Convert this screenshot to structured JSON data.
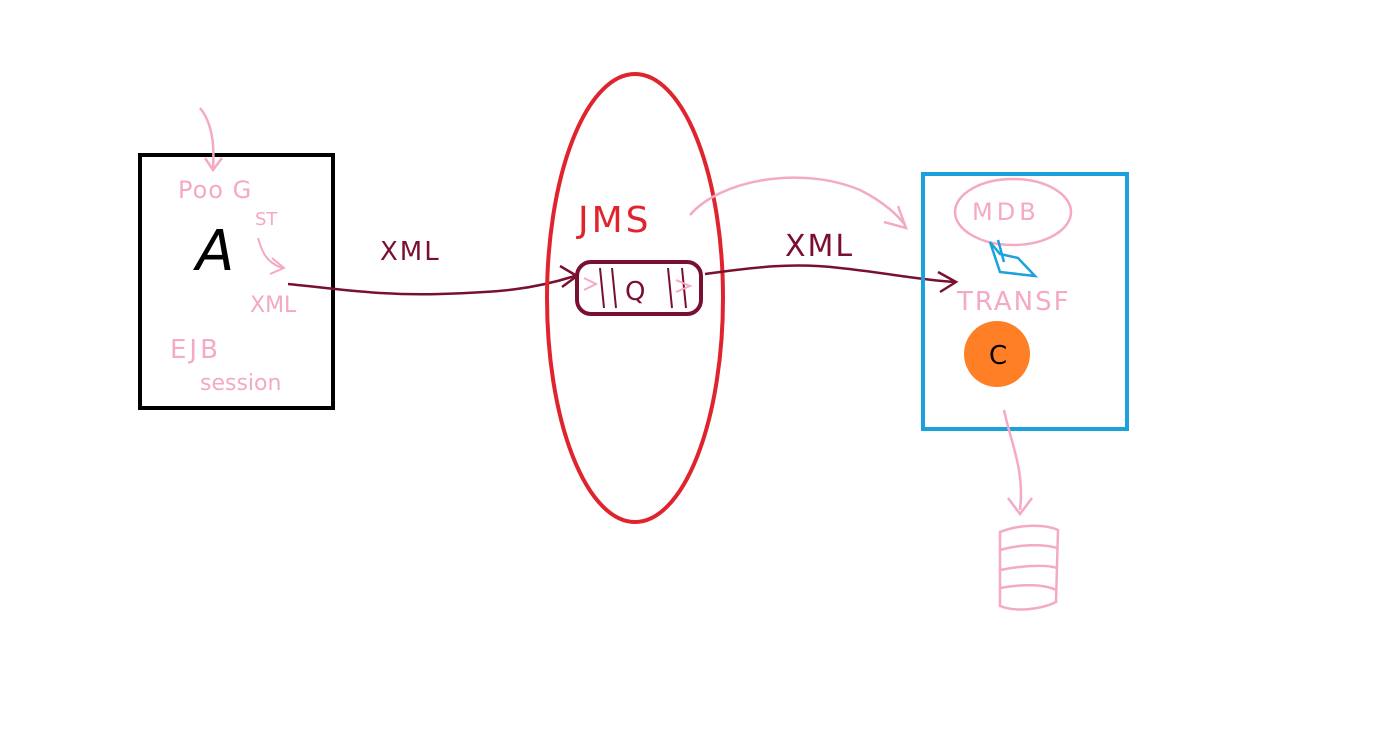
{
  "colors": {
    "background": "#ffffff",
    "box_a": "#000000",
    "jms_ellipse": "#e0242e",
    "box_c": "#1ba1dc",
    "pink": "#f4a9c6",
    "arrow": "#7a1030",
    "orange": "#ff7f27",
    "blue_shape": "#1ba1dc"
  },
  "box_a": {
    "letter": "A",
    "label_top": "Poo G",
    "label_sub": "ST",
    "label_xml": "XML",
    "label_ejb_line1": "EJB",
    "label_ejb_line2": "session"
  },
  "connector_left": {
    "label": "XML"
  },
  "jms": {
    "label": "JMS",
    "queue_label": "Q"
  },
  "connector_right": {
    "label": "XML"
  },
  "box_c": {
    "mdb_label": "MDB",
    "transf_label": "TRANSF",
    "circle_label": "C"
  },
  "icons": {
    "queue": "queue-icon",
    "database": "database-icon",
    "transform": "transform-icon"
  }
}
